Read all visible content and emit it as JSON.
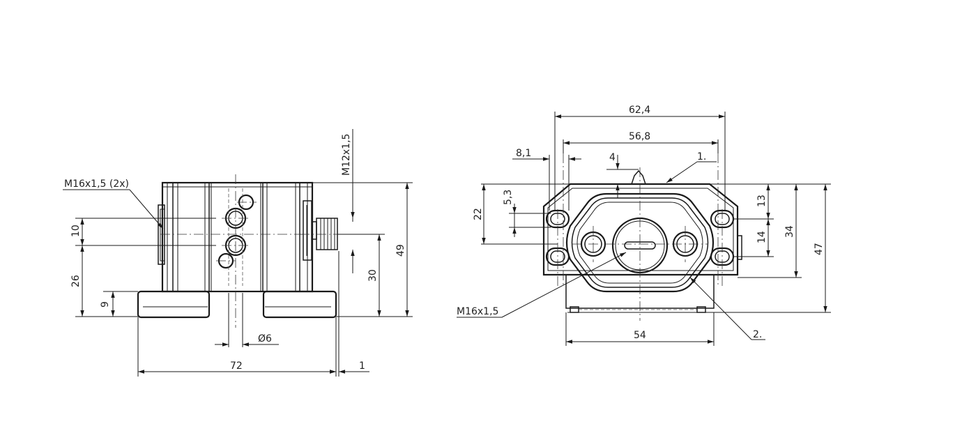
{
  "left_view": {
    "callouts": {
      "m16_2x": "M16x1,5 (2x)",
      "m12": "M12x1,5"
    },
    "dims": {
      "d10": "10",
      "d26": "26",
      "d9": "9",
      "d49": "49",
      "d30": "30",
      "d72": "72",
      "d1": "1",
      "phi6": "Ø6"
    }
  },
  "right_view": {
    "callouts": {
      "m16": "M16x1,5",
      "item1": "1.",
      "item2": "2."
    },
    "dims": {
      "d62_4": "62,4",
      "d56_8": "56,8",
      "d8_1": "8,1",
      "d4": "4",
      "d22": "22",
      "d5_3": "5,3",
      "d13": "13",
      "d14": "14",
      "d34": "34",
      "d47": "47",
      "d54": "54"
    }
  }
}
